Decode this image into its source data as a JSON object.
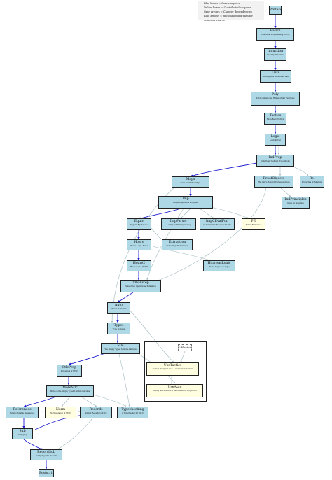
{
  "legend": [
    "Blue boxes = Core chapters",
    "Yellow boxes = Contributed chapters",
    "Gray arrows = Chapter dependencies",
    "Blue arrows = Recommended path for semester course"
  ],
  "nodes": {
    "Preface": {
      "title": "Preface",
      "subtitle": ""
    },
    "Basics": {
      "title": "Basics",
      "subtitle": "Functional Programming in Coq"
    },
    "Induction": {
      "title": "Induction",
      "subtitle": "Proof by Induction"
    },
    "Lists": {
      "title": "Lists",
      "subtitle": "Working with Structured Data"
    },
    "Poly": {
      "title": "Poly",
      "subtitle": "Polymorphism and Higher-Order Functions"
    },
    "Tactics": {
      "title": "Tactics",
      "subtitle": "More Basic Tactics"
    },
    "Logic": {
      "title": "Logic",
      "subtitle": "Logic in Coq"
    },
    "IndProp": {
      "title": "IndProp",
      "subtitle": "Inductively Defined Propositions"
    },
    "Maps": {
      "title": "Maps",
      "subtitle": "Total and Partial Maps"
    },
    "ProofObjects": {
      "title": "ProofObjects",
      "subtitle": "The Curry-Howard Correspondence"
    },
    "Rel": {
      "title": "Rel",
      "subtitle": "Properties of Relations"
    },
    "IndPrinciples": {
      "title": "IndPrinciples",
      "subtitle": "More on Induction"
    },
    "Imp": {
      "title": "Imp",
      "subtitle": "Simple Imperative Programs"
    },
    "Equiv": {
      "title": "Equiv",
      "subtitle": "Program Equivalence"
    },
    "ImpParser": {
      "title": "ImpParser",
      "subtitle": "Lexing and Parsing in Coq"
    },
    "ImpCEvalFun": {
      "title": "ImpCEvalFun",
      "subtitle": "An Evaluation Function for Imp"
    },
    "PE": {
      "title": "PE",
      "subtitle": "Partial Evaluation"
    },
    "Hoare": {
      "title": "Hoare",
      "subtitle": "Hoare Logic, Part I"
    },
    "Extraction": {
      "title": "Extraction",
      "subtitle": "Extracting ML from Coq"
    },
    "Hoare2": {
      "title": "Hoare2",
      "subtitle": "Hoare Logic, Part II"
    },
    "HoareAsLogic": {
      "title": "HoareAsLogic",
      "subtitle": "Hoare Logic as a Logic"
    },
    "Smallstep": {
      "title": "Smallstep",
      "subtitle": "Small-Step Operational Semantics"
    },
    "Auto": {
      "title": "Auto",
      "subtitle": "More Automation"
    },
    "Types": {
      "title": "Types",
      "subtitle": "Type Systems"
    },
    "Stlc": {
      "title": "Stlc",
      "subtitle": "The Simply Typed Lambda-Calculus"
    },
    "StlcProp": {
      "title": "StlcProp",
      "subtitle": "Properties of STLC"
    },
    "MoreStlc": {
      "title": "MoreStlc",
      "subtitle": "More on the Simply Typed Lambda-Calculus"
    },
    "UseTactics": {
      "title": "UseTactics",
      "subtitle": "Tactic Library for Coq: A Gentle Introduction"
    },
    "UseAuto": {
      "title": "UseAuto",
      "subtitle": "Theory and Practice of Automation in Coq Proofs"
    },
    "References": {
      "title": "References",
      "subtitle": "Typing Mutable References"
    },
    "Norm": {
      "title": "Norm",
      "subtitle": "Normalization of STLC"
    },
    "Records": {
      "title": "Records",
      "subtitle": "Adding Records to STLC"
    },
    "Typechecking": {
      "title": "Typechecking",
      "subtitle": "A Typechecker for STLC"
    },
    "Sub": {
      "title": "Sub",
      "subtitle": "Subtyping"
    },
    "RecordSub": {
      "title": "RecordSub",
      "subtitle": "Subtyping with Records"
    },
    "Postscript": {
      "title": "Postscript",
      "subtitle": ""
    }
  },
  "cluster_label": "LibTactics",
  "colors": {
    "core": "#aed8e6",
    "contributed": "#fffee0",
    "dependency": "#9fb8bf",
    "recommended": "#1f1fd0"
  }
}
